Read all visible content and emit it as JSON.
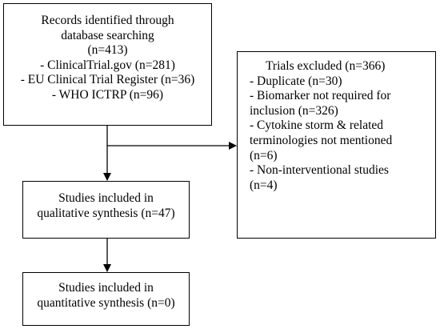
{
  "records_box": {
    "lines": [
      "Records identified through",
      "database searching",
      "(n=413)",
      "- ClinicalTrial.gov (n=281)",
      "- EU Clinical Trial Register (n=36)",
      "- WHO ICTRP (n=96)"
    ]
  },
  "excluded_box": {
    "title": "Trials excluded (n=366)",
    "lines": [
      "- Duplicate (n=30)",
      "- Biomarker not required for",
      "inclusion (n=326)",
      "- Cytokine storm & related",
      "terminologies not mentioned",
      "(n=6)",
      "- Non-interventional studies",
      "(n=4)"
    ]
  },
  "qualitative_box": {
    "lines": [
      "Studies included in",
      "qualitative synthesis (n=47)"
    ]
  },
  "quantitative_box": {
    "lines": [
      "Studies included in",
      "quantitative synthesis (n=0)"
    ]
  }
}
